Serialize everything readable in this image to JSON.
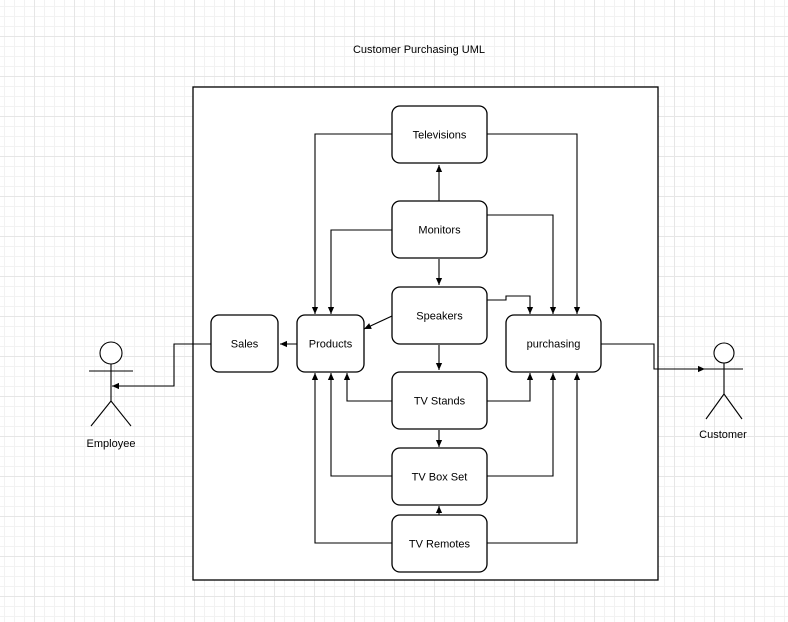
{
  "title": "Customer Purchasing UML",
  "nodes": {
    "televisions": "Televisions",
    "monitors": "Monitors",
    "speakers": "Speakers",
    "tv_stands": "TV Stands",
    "tv_box_set": "TV Box Set",
    "tv_remotes": "TV Remotes",
    "products": "Products",
    "sales": "Sales",
    "purchasing": "purchasing"
  },
  "actors": {
    "employee": "Employee",
    "customer": "Customer"
  }
}
